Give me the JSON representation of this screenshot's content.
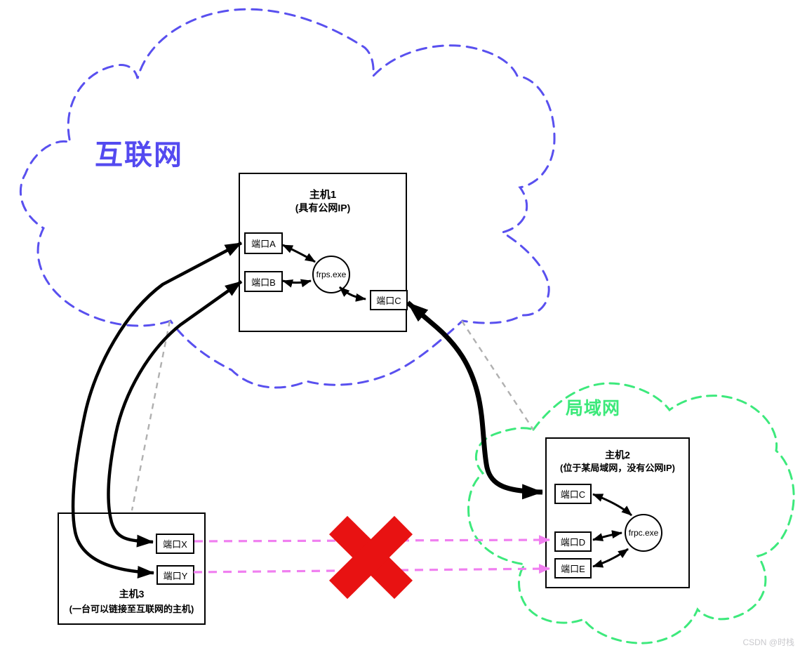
{
  "diagram": {
    "internet_label": "互联网",
    "lan_label": "局域网",
    "watermark": "CSDN @时栈"
  },
  "host1": {
    "title": "主机1",
    "subtitle": "(具有公网IP)",
    "process": "frps.exe",
    "ports": {
      "a": "端口A",
      "b": "端口B",
      "c": "端口C"
    }
  },
  "host2": {
    "title": "主机2",
    "subtitle": "(位于某局域网，没有公网IP)",
    "process": "frpc.exe",
    "ports": {
      "c": "端口C",
      "d": "端口D",
      "e": "端口E"
    }
  },
  "host3": {
    "title": "主机3",
    "subtitle": "(一台可以链接至互联网的主机)",
    "ports": {
      "x": "端口X",
      "y": "端口Y"
    }
  },
  "colors": {
    "internet_cloud": "#5950ef",
    "lan_cloud": "#3de97c",
    "blocked_link": "#f07ff0",
    "blocked_cross": "#e81212",
    "leader_line": "#b0b0b0",
    "arrow": "#000000",
    "watermark": "#c9c9cd"
  }
}
